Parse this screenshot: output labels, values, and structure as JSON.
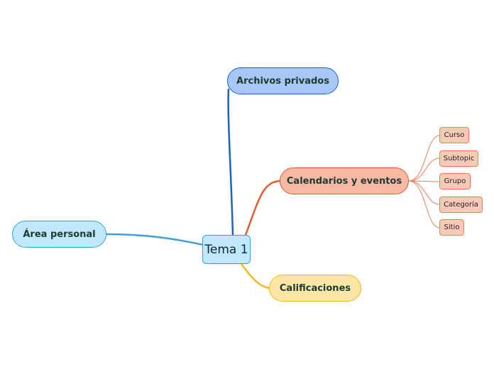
{
  "central": {
    "label": "Tema 1"
  },
  "branches": [
    {
      "label": "Archivos privados",
      "color": "#1a64c6",
      "fill": "#a7c8f6"
    },
    {
      "label": "Calendarios y eventos",
      "color": "#e55b2e",
      "fill": "#f8b9a4",
      "subtopics": [
        "Curso",
        "Subtopic",
        "Grupo",
        "Categoría",
        "Sitio"
      ]
    },
    {
      "label": "Calificaciones",
      "color": "#f3b81a",
      "fill": "#fde6a6"
    },
    {
      "label": "Área personal",
      "color": "#3aa1d6",
      "fill": "#bfe8fb"
    }
  ]
}
